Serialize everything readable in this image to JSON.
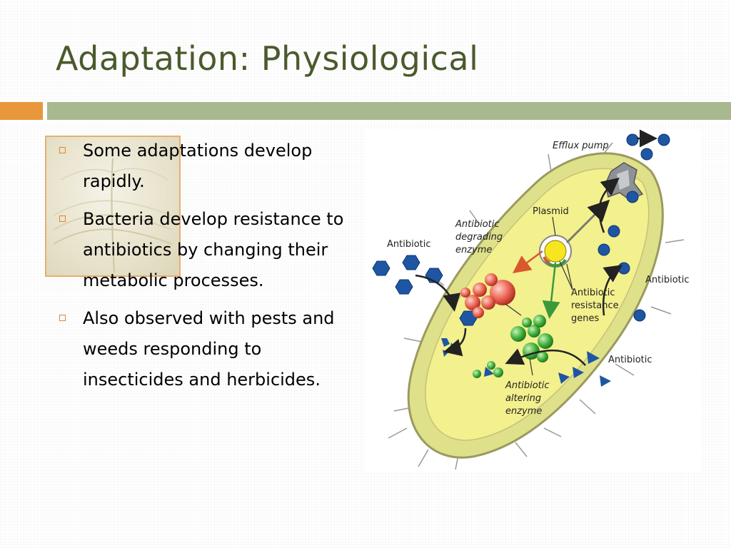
{
  "slide": {
    "title": "Adaptation: Physiological",
    "bullets": [
      "Some adaptations develop rapidly.",
      "Bacteria develop resistance to antibiotics by changing their metabolic processes.",
      "Also observed with pests and weeds responding to insecticides and herbicides."
    ]
  },
  "diagram": {
    "labels": {
      "efflux_pump": "Efflux pump",
      "plasmid": "Plasmid",
      "antibiotic_left": "Antibiotic",
      "antibiotic_right": "Antibiotic",
      "antibiotic_bottom": "Antibiotic",
      "degrading_enzyme": [
        "Antibiotic",
        "degrading",
        "enzyme"
      ],
      "resistance_genes": [
        "Antibiotic",
        "resistance",
        "genes"
      ],
      "altering_enzyme": [
        "Antibiotic",
        "altering",
        "enzyme"
      ]
    }
  },
  "colors": {
    "title": "#4a5a2c",
    "accent_orange": "#e8973a",
    "accent_green": "#a8b88f",
    "cell_fill": "#f3f08e",
    "antibiotic_blue": "#1e56a3"
  }
}
